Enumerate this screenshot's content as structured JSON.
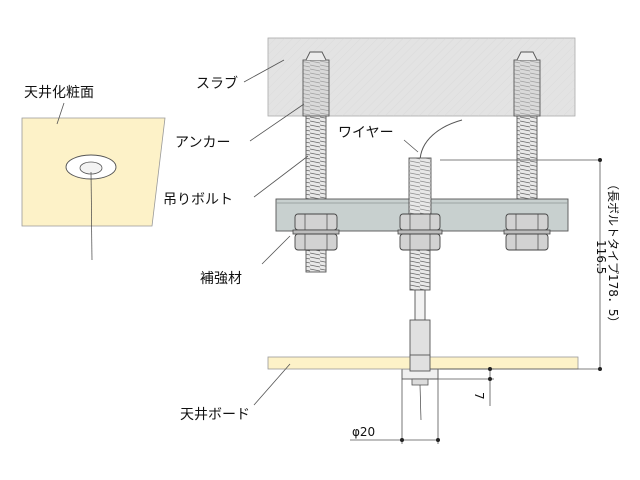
{
  "labels": {
    "ceiling_finish": "天井化粧面",
    "slab": "スラブ",
    "anchor": "アンカー",
    "hanging_bolt": "吊りボルト",
    "wire": "ワイヤー",
    "reinforcement": "補強材",
    "ceiling_board": "天井ボード"
  },
  "dimensions": {
    "height_main": "116.5",
    "height_alt": "（長ボルトタイプ178．5）",
    "offset": "7",
    "diameter": "φ20"
  },
  "colors": {
    "slab_fill": "#e3e3e3",
    "reinforcement_fill": "#c8d0cf",
    "board_fill": "#fdf2c8",
    "bolt_fill": "#d9d9d9"
  }
}
